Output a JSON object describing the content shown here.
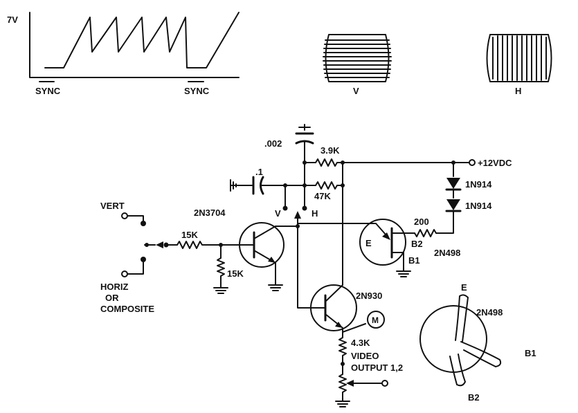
{
  "waveform": {
    "amplitude_label": "7V",
    "sync_left_label": "SYNC",
    "sync_right_label": "SYNC"
  },
  "rasters": {
    "v_label": "V",
    "h_label": "H"
  },
  "circuit": {
    "input_vert_label": "VERT",
    "input_horiz_label_1": "HORIZ",
    "input_horiz_label_2": "OR",
    "input_horiz_label_3": "COMPOSITE",
    "r_series_label": "15K",
    "r_shunt_label": "15K",
    "q1_label": "2N3704",
    "c_small_label": ".002",
    "c_large_label": ".1",
    "r_top_label": "3.9K",
    "r_mid_label": "47K",
    "switch_v_label": "V",
    "switch_h_label": "H",
    "supply_label": "+12VDC",
    "diode1_label": "1N914",
    "diode2_label": "1N914",
    "r_200_label": "200",
    "ujt_e_label": "E",
    "ujt_b2_label": "B2",
    "ujt_b1_label": "B1",
    "ujt_label": "2N498",
    "q3_label": "2N930",
    "meter_label": "M",
    "r_emitter_label": "4.3K",
    "output_label_1": "VIDEO",
    "output_label_2": "OUTPUT 1,2"
  },
  "pinout": {
    "e_label": "E",
    "part_label": "2N498",
    "b1_label": "B1",
    "b2_label": "B2"
  }
}
